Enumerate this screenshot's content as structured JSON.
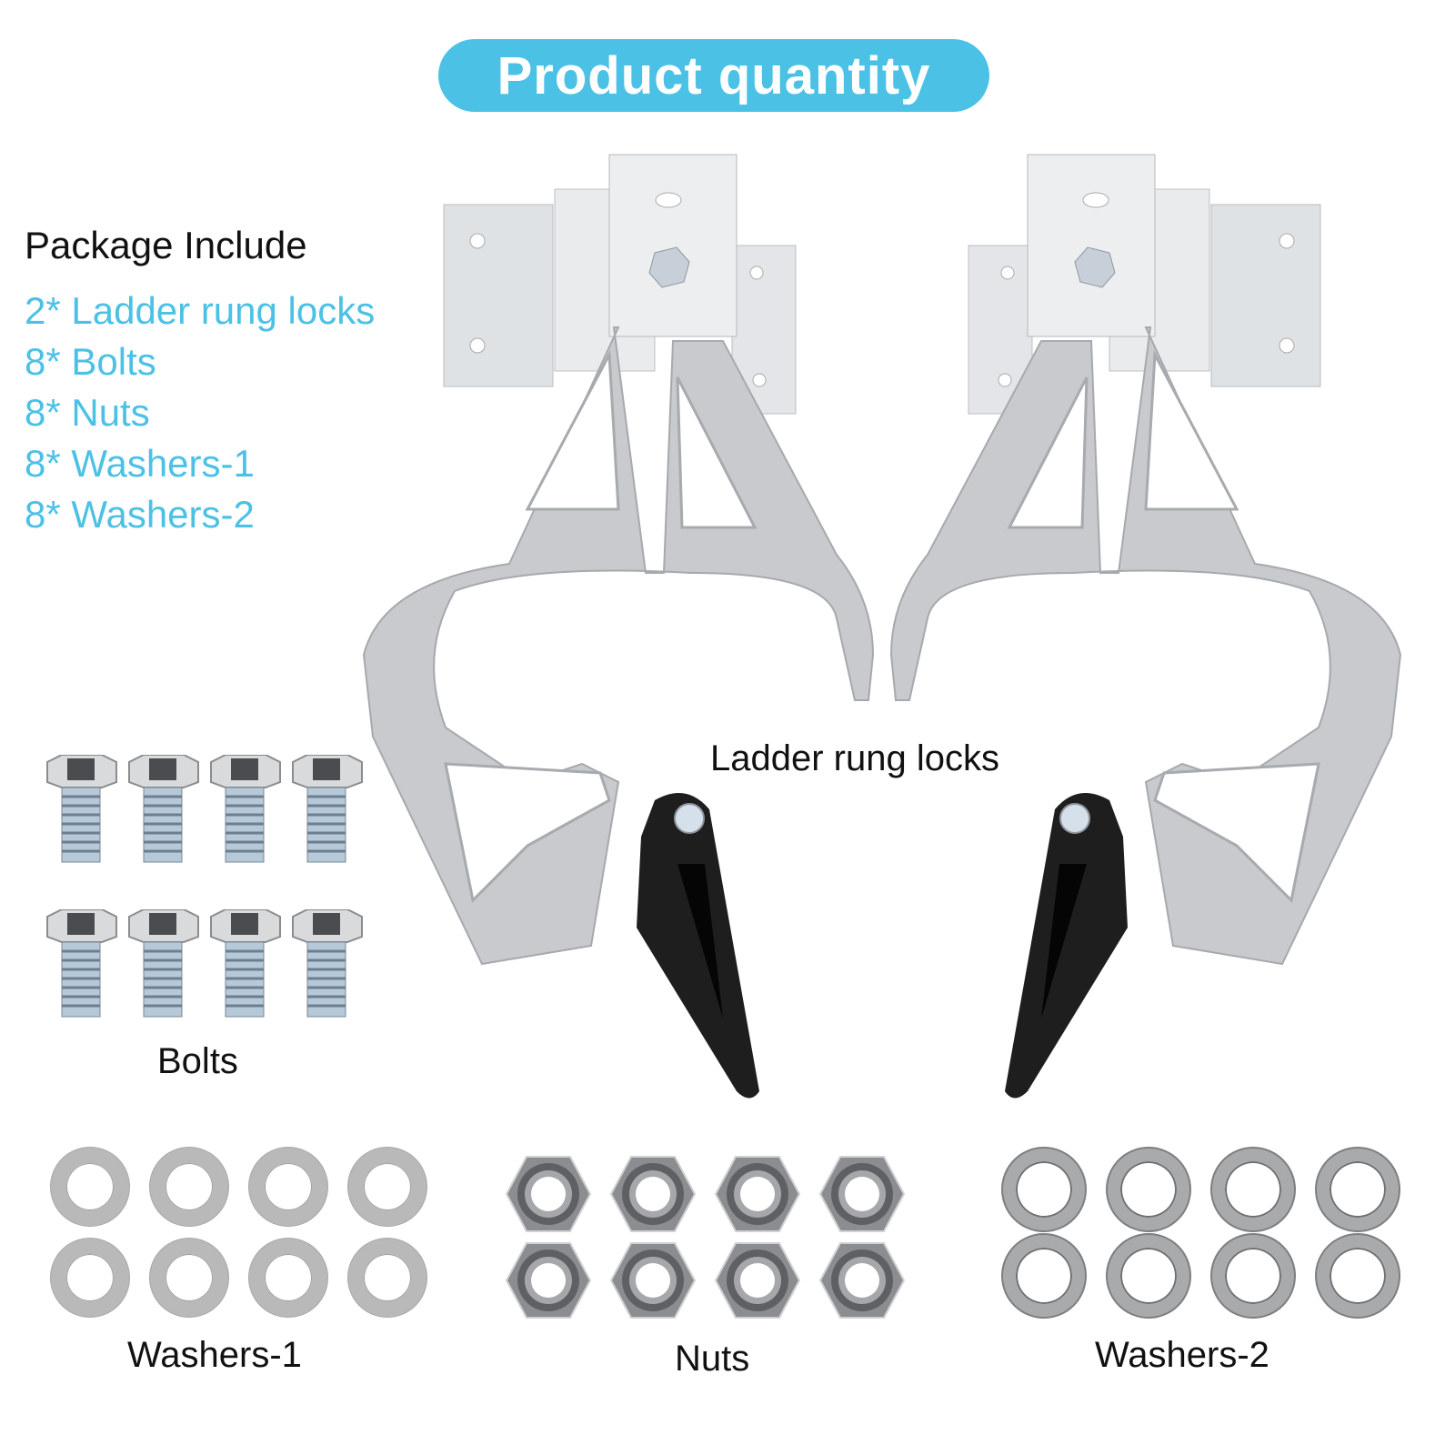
{
  "title": "Product quantity",
  "package": {
    "heading": "Package Include",
    "items": [
      {
        "qty": "2*",
        "name": "Ladder rung locks",
        "text": "2* Ladder rung locks"
      },
      {
        "qty": "8*",
        "name": "Bolts",
        "text": "8* Bolts"
      },
      {
        "qty": "8*",
        "name": "Nuts",
        "text": "8* Nuts"
      },
      {
        "qty": "8*",
        "name": "Washers-1",
        "text": "8* Washers-1"
      },
      {
        "qty": "8*",
        "name": "Washers-2",
        "text": "8* Washers-2"
      }
    ]
  },
  "labels": {
    "locks": "Ladder rung locks",
    "bolts": "Bolts",
    "washers1": "Washers-1",
    "nuts": "Nuts",
    "washers2": "Washers-2"
  },
  "colors": {
    "accent": "#4cc1e6",
    "text": "#111111",
    "background": "#ffffff",
    "metal": "#c4c6c9",
    "lever": "#1e1e1e"
  }
}
